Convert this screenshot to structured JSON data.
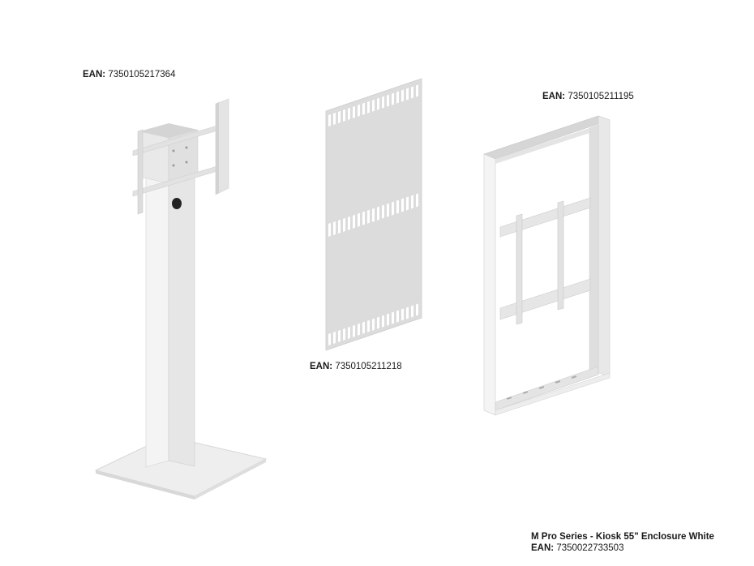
{
  "products": [
    {
      "id": "stand",
      "ean_prefix": "EAN:",
      "ean": "7350105217364"
    },
    {
      "id": "back-panel",
      "ean_prefix": "EAN:",
      "ean": "7350105211218"
    },
    {
      "id": "frame",
      "ean_prefix": "EAN:",
      "ean": "7350105211195"
    }
  ],
  "footer": {
    "title": "M Pro Series - Kiosk 55\" Enclosure White",
    "ean_prefix": "EAN:",
    "ean": "7350022733503"
  },
  "colors": {
    "background": "#ffffff",
    "product_light": "#ececec",
    "product_mid": "#dcdcdc",
    "product_dark": "#c8c8c8",
    "text": "#1a1a1a"
  }
}
